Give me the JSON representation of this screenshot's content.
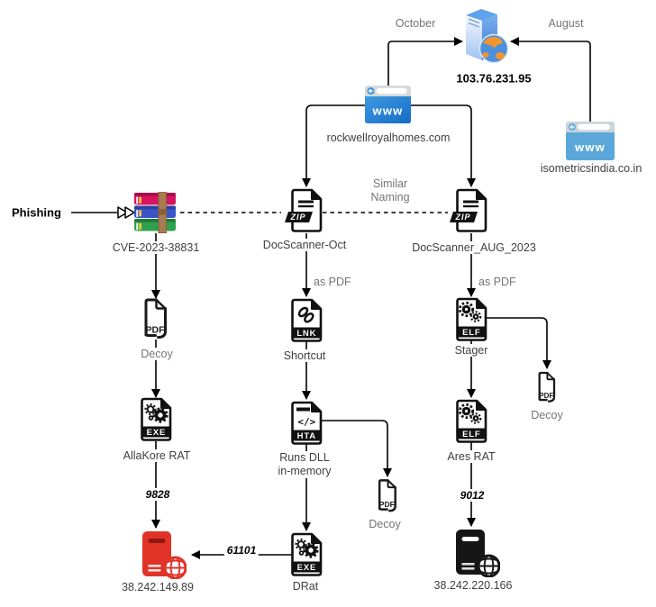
{
  "nodes": {
    "c2_server": {
      "label": "103.76.231.95"
    },
    "domain_main": {
      "label": "rockwellroyalhomes.com"
    },
    "domain_aug": {
      "label": "isometricsindia.co.in"
    },
    "archive_rar": {
      "label": "CVE-2023-38831"
    },
    "zip_oct": {
      "label": "DocScanner-Oct"
    },
    "zip_aug": {
      "label": "DocScanner_AUG_2023"
    },
    "pdf_decoy_left": {
      "label": "Decoy"
    },
    "exe_allakore": {
      "label": "AllaKore RAT"
    },
    "lnk_shortcut": {
      "label": "Shortcut"
    },
    "hta_loader": {
      "label_line1": "Runs DLL",
      "label_line2": "in-memory"
    },
    "pdf_decoy_mid": {
      "label": "Decoy"
    },
    "exe_drat": {
      "label": "DRat"
    },
    "elf_stager": {
      "label": "Stager"
    },
    "pdf_decoy_right": {
      "label": "Decoy"
    },
    "elf_ares": {
      "label": "Ares RAT"
    },
    "server_left": {
      "label": "38.242.149.89"
    },
    "server_right": {
      "label": "38.242.220.166"
    }
  },
  "edges": {
    "october": "October",
    "august": "August",
    "phishing": "Phishing",
    "similar_line1": "Similar",
    "similar_line2": "Naming",
    "as_pdf_mid": "as PDF",
    "as_pdf_right": "as PDF",
    "port_allakore": "9828",
    "port_drat": "61101",
    "port_ares": "9012"
  },
  "badges": {
    "zip": "ZIP",
    "lnk": "LNK",
    "hta": "HTA",
    "exe": "EXE",
    "elf": "ELF",
    "pdf": "PDF",
    "www": "www",
    "hta_code": "</>"
  },
  "colors": {
    "arrow": "#000000",
    "label_dark": "#404040",
    "label_gray": "#757575",
    "browser_blue": "#1e7fd2",
    "browser_blue_light": "#5ba7da",
    "server_red": "#e03227",
    "server_black": "#161616",
    "winrar_red": "#d6145f",
    "winrar_blue": "#3b55c8",
    "winrar_green": "#2fa14e",
    "strap_brown": "#a87c52",
    "globe_orange": "#f0952f",
    "globe_blue": "#4a90dd"
  }
}
